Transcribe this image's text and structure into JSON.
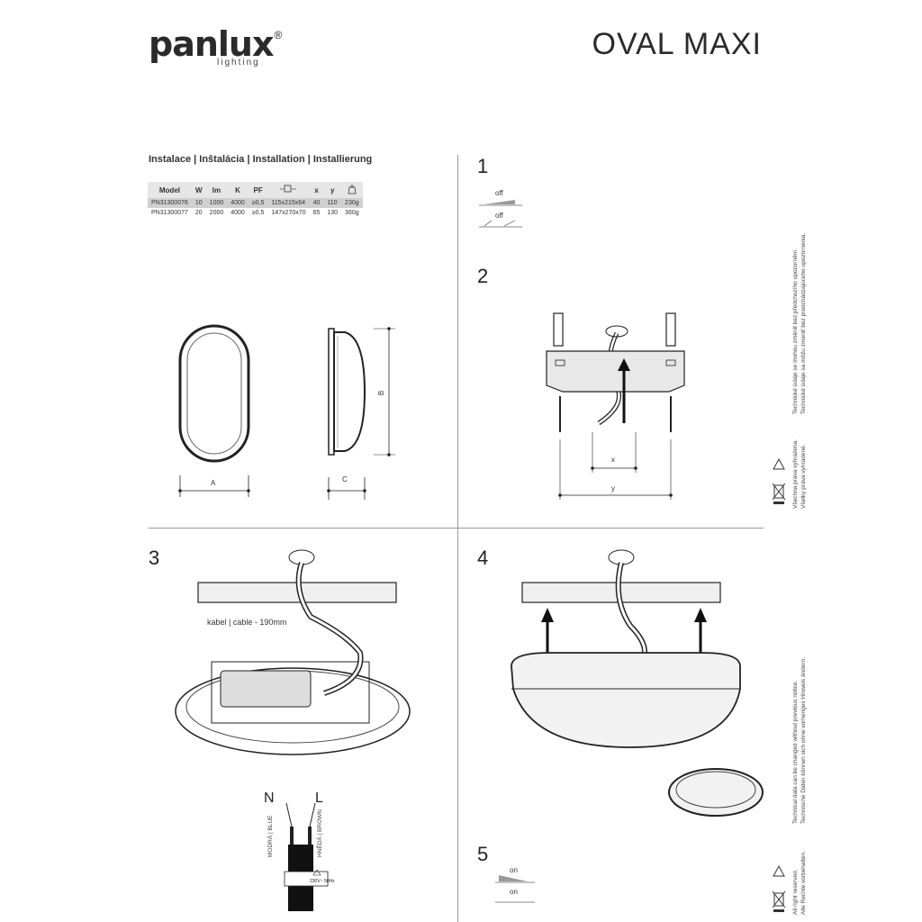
{
  "header": {
    "brand_name": "panlux",
    "brand_reg": "®",
    "brand_sub": "lighting",
    "title": "OVAL MAXI"
  },
  "installation": {
    "heading": "Instalace | Inštalácia | Installation | Installierung",
    "columns": [
      "Model",
      "W",
      "lm",
      "K",
      "PF",
      "",
      "x",
      "y",
      ""
    ],
    "rows": [
      [
        "PN31300076",
        "10",
        "1000",
        "4000",
        "≥0,5",
        "115x215x64",
        "40",
        "110",
        "230g"
      ],
      [
        "PN31300077",
        "20",
        "2000",
        "4000",
        "≥0,5",
        "147x270x70",
        "65",
        "130",
        "360g"
      ]
    ],
    "icons": [
      "dimensions-icon",
      "weight-icon"
    ]
  },
  "dimension_labels": {
    "a": "A",
    "b": "B",
    "c": "C",
    "x": "x",
    "y": "y"
  },
  "steps": {
    "s1": {
      "number": "1",
      "switch_top": "off",
      "switch_bottom": "off"
    },
    "s2": {
      "number": "2"
    },
    "s3": {
      "number": "3",
      "cable_note": "kabel | cable - 190mm",
      "n": "N",
      "l": "L",
      "blue": "MODRÁ | BLUE",
      "brown": "HNĚDÁ | BROWN",
      "tag": "230V~ 50Hz"
    },
    "s4": {
      "number": "4"
    },
    "s5": {
      "number": "5",
      "switch_top": "on",
      "switch_bottom": "on"
    }
  },
  "side_notes": {
    "top_1": "Technické údaje se mohou změnit bez předchozího upozornění.",
    "top_2": "Technické údaje sa môžu zmeniť bez predchádzajúceho upozornenia.",
    "mid_1": "Všechna práva vyhrazena.",
    "mid_2": "Všetky práva vyhradené.",
    "bot_1": "Technical data can be changed without previous notice.",
    "bot_2": "Technische Daten können sich ohne vorheriges Hinweis ändern.",
    "bot_3": "All right reserved.",
    "bot_4": "Alle Rechte vorbehalten."
  },
  "colors": {
    "ink": "#2a2a2a",
    "rule": "#999999",
    "table_header": "#e6e6e6",
    "table_row": "#d0d0d0"
  }
}
